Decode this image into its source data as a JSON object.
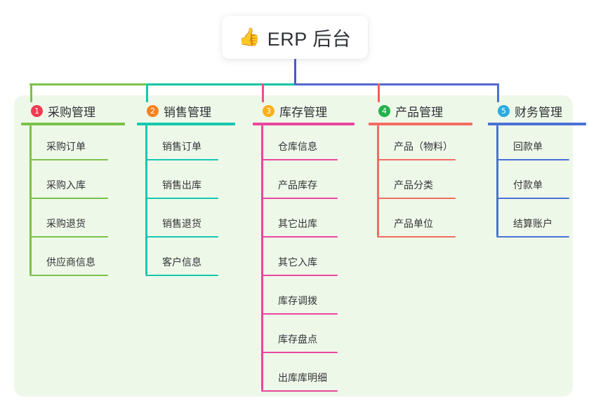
{
  "root": {
    "icon": "thumbs-up-icon",
    "emoji": "👍",
    "label": "ERP 后台"
  },
  "palette": {
    "panel_bg": "#eef8e9",
    "stem_blue": "#4959c4",
    "connector_green": "#7ac24a",
    "connector_teal": "#12c4a0",
    "connector_blue": "#5566cf",
    "drop_pink": "#ef4b8e",
    "drop_red": "#f2605a",
    "root_text": "#2f3136"
  },
  "branches": [
    {
      "number": "1",
      "title": "采购管理",
      "badge_color": "#ef3b53",
      "line_color": "#7ac24a",
      "items": [
        "采购订单",
        "采购入库",
        "采购退货",
        "供应商信息"
      ]
    },
    {
      "number": "2",
      "title": "销售管理",
      "badge_color": "#f5821f",
      "line_color": "#16c7b0",
      "items": [
        "销售订单",
        "销售出库",
        "销售退货",
        "客户信息"
      ]
    },
    {
      "number": "3",
      "title": "库存管理",
      "badge_color": "#fbb018",
      "line_color": "#e8479c",
      "items": [
        "仓库信息",
        "产品库存",
        "其它出库",
        "其它入库",
        "库存调拨",
        "库存盘点",
        "出库库明细"
      ]
    },
    {
      "number": "4",
      "title": "产品管理",
      "badge_color": "#22b24c",
      "line_color": "#f26c62",
      "items": [
        "产品（物料）",
        "产品分类",
        "产品单位"
      ]
    },
    {
      "number": "5",
      "title": "财务管理",
      "badge_color": "#29abe2",
      "line_color": "#4a72d4",
      "items": [
        "回款单",
        "付款单",
        "结算账户"
      ]
    }
  ],
  "layout": {
    "branch_left": [
      30,
      195,
      360,
      525,
      695
    ],
    "branch_width": [
      148,
      140,
      145,
      148,
      140
    ]
  }
}
